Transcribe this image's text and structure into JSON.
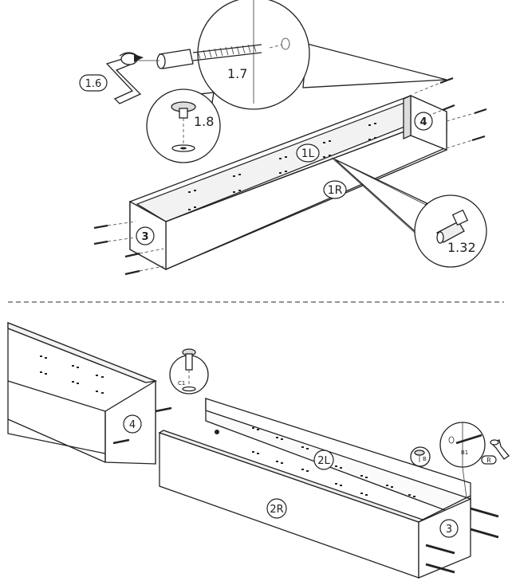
{
  "top_step": {
    "labels": {
      "tool": "1.6",
      "screw": "1.7",
      "cam": "1.8",
      "panel_left": "1L",
      "panel_right": "1R",
      "end_a": "3",
      "end_b": "4",
      "dowel": "1.32"
    }
  },
  "bottom_step": {
    "labels": {
      "end_b": "4",
      "cam_part": "C1",
      "panel_left": "2L",
      "panel_right": "2R",
      "end_a": "3",
      "cam_b": "B",
      "screw_b": "B1",
      "tool": "R"
    }
  }
}
